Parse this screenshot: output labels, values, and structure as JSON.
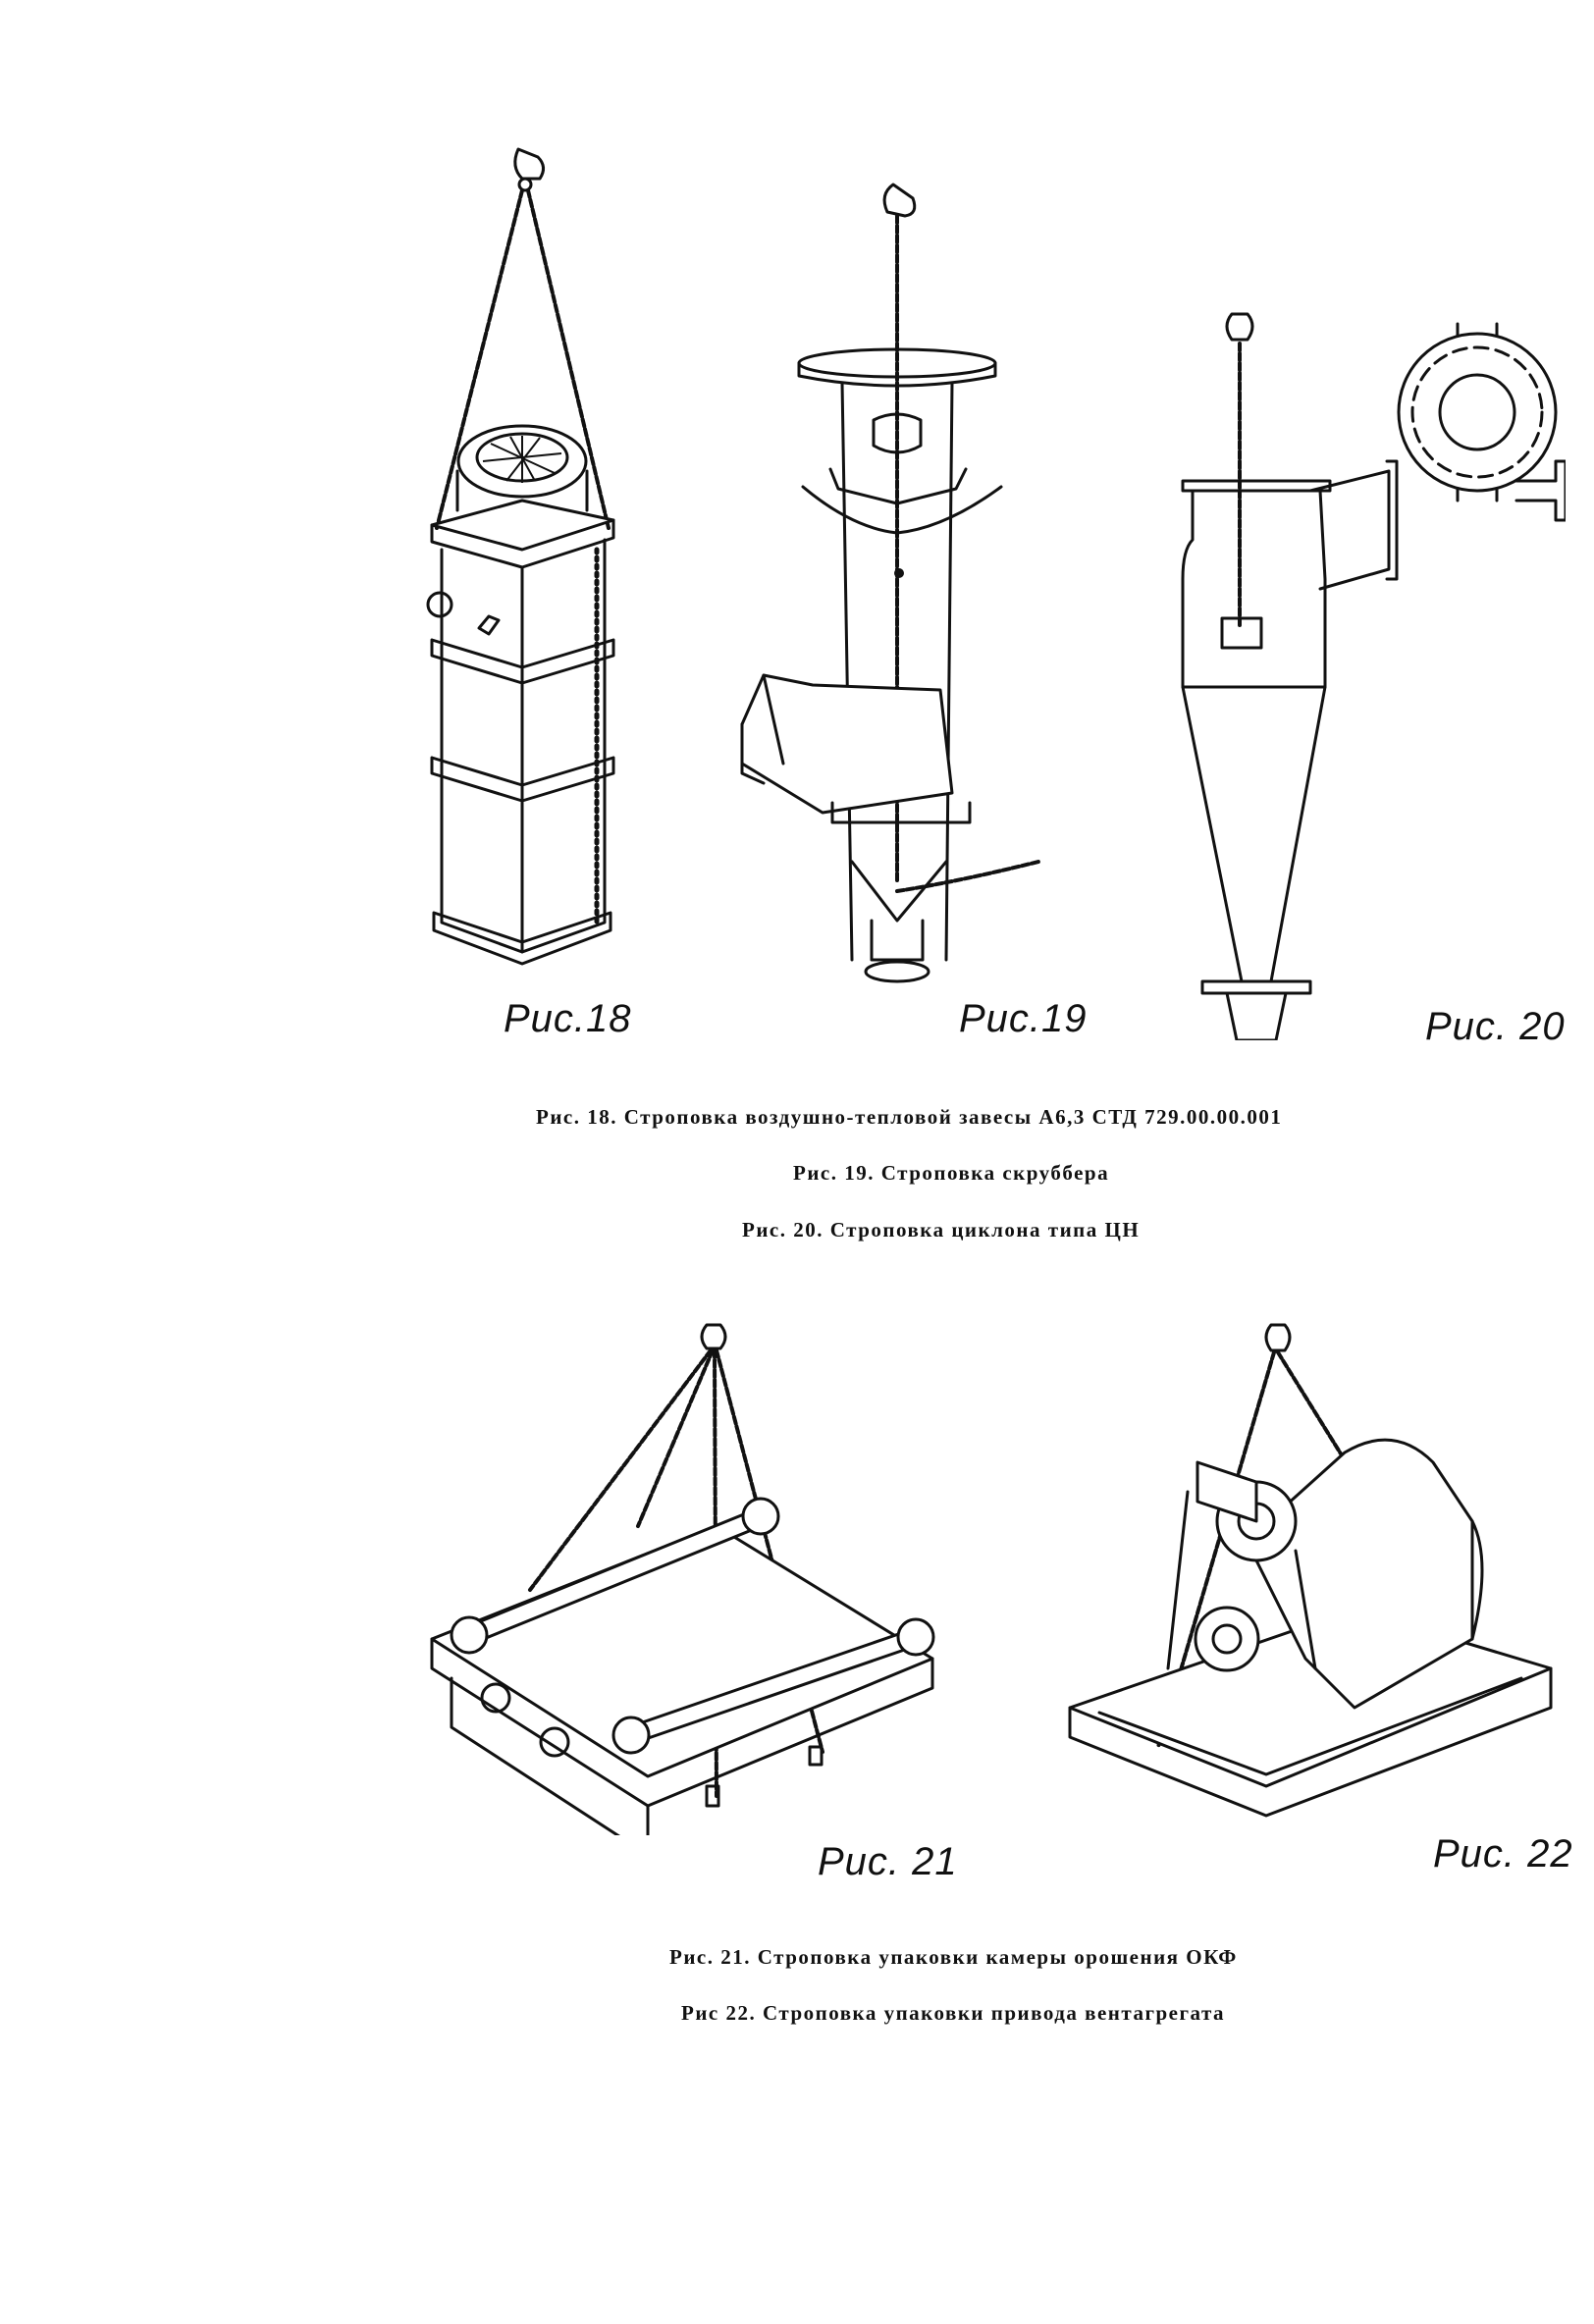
{
  "figures": [
    {
      "id": "fig18",
      "label": "Рис.18"
    },
    {
      "id": "fig19",
      "label": "Рис.19"
    },
    {
      "id": "fig20",
      "label": "Рис. 20"
    },
    {
      "id": "fig21",
      "label": "Рис. 21"
    },
    {
      "id": "fig22",
      "label": "Рис. 22"
    }
  ],
  "captions": [
    "Рис. 18. Строповка воздушно-тепловой завесы А6,3 СТД 729.00.00.001",
    "Рис. 19. Строповка скруббера",
    "Рис. 20. Строповка циклона типа ЦН",
    "Рис. 21. Строповка упаковки камеры орошения ОКФ",
    "Рис  22. Строповка упаковки привода вентагрегата"
  ]
}
